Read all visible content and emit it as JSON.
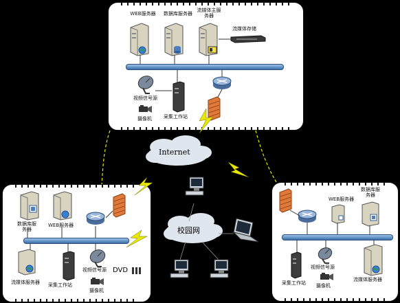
{
  "top": {
    "web_server": "WEB服务器",
    "db_server": "数据库服务器",
    "stream_main": "流媒体主服务器",
    "stream_storage": "流媒体存储",
    "video_source": "视频信号源",
    "camera": "摄像机",
    "capture_ws": "采集工作站"
  },
  "clouds": {
    "internet": "Internet",
    "campus": "校园网"
  },
  "left": {
    "db_server": "数据库服务器",
    "web_server": "WEB服务器",
    "stream_server": "流媒体服务器",
    "capture_ws": "采集工作站",
    "video_source": "视频信号源",
    "dvd": "DVD",
    "camera": "摄像机"
  },
  "right": {
    "web_server": "WEB服务器",
    "db_server": "数据库服务器",
    "video_source": "视频信号源",
    "camera": "摄像机",
    "capture_ws": "采集工作站",
    "stream_server": "流媒体服务器"
  },
  "colors": {
    "bus": "#5d8fc4",
    "firewall": "#e07a3a",
    "lightning": "#e8e800",
    "dashed_link": "#e8e800"
  }
}
